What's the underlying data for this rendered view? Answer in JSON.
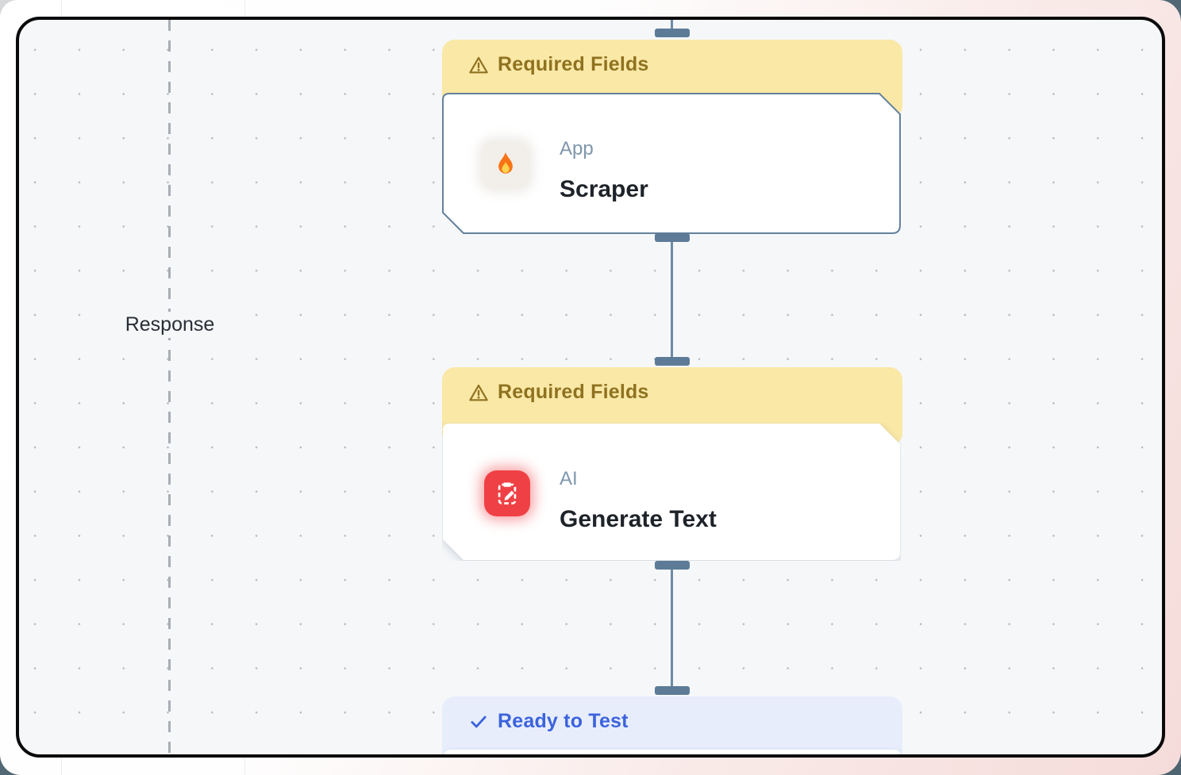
{
  "canvas": {
    "lane_label": "Response",
    "nodes": [
      {
        "id": "scraper",
        "status": {
          "label": "Required Fields",
          "icon": "warning-icon",
          "bg": "#FAE8A6",
          "text_color": "#8F7220"
        },
        "category": "App",
        "title": "Scraper",
        "icon": "fire-icon",
        "selected": true,
        "border_color": "#64809C"
      },
      {
        "id": "generate-text",
        "status": {
          "label": "Required Fields",
          "icon": "warning-icon",
          "bg": "#FAE8A6",
          "text_color": "#8F7220"
        },
        "category": "AI",
        "title": "Generate Text",
        "icon": "edit-document-icon",
        "icon_bg": "#EF4145",
        "selected": false
      },
      {
        "id": "ready-to-test",
        "status": {
          "label": "Ready to Test",
          "icon": "check-icon",
          "bg": "#E7EDFB",
          "text_color": "#3B63DD"
        }
      }
    ],
    "edges": [
      {
        "from": "canvas-top",
        "to": "scraper"
      },
      {
        "from": "scraper",
        "to": "generate-text"
      },
      {
        "from": "generate-text",
        "to": "ready-to-test"
      }
    ],
    "colors": {
      "canvas_bg": "#F5F7F9",
      "grid_dot": "#B6BAC1",
      "connector": "#5D7B97",
      "frame_border": "#0A0A0A",
      "outer_pink": "#F5DCDA",
      "lane_line": "#A9AEB5"
    }
  }
}
